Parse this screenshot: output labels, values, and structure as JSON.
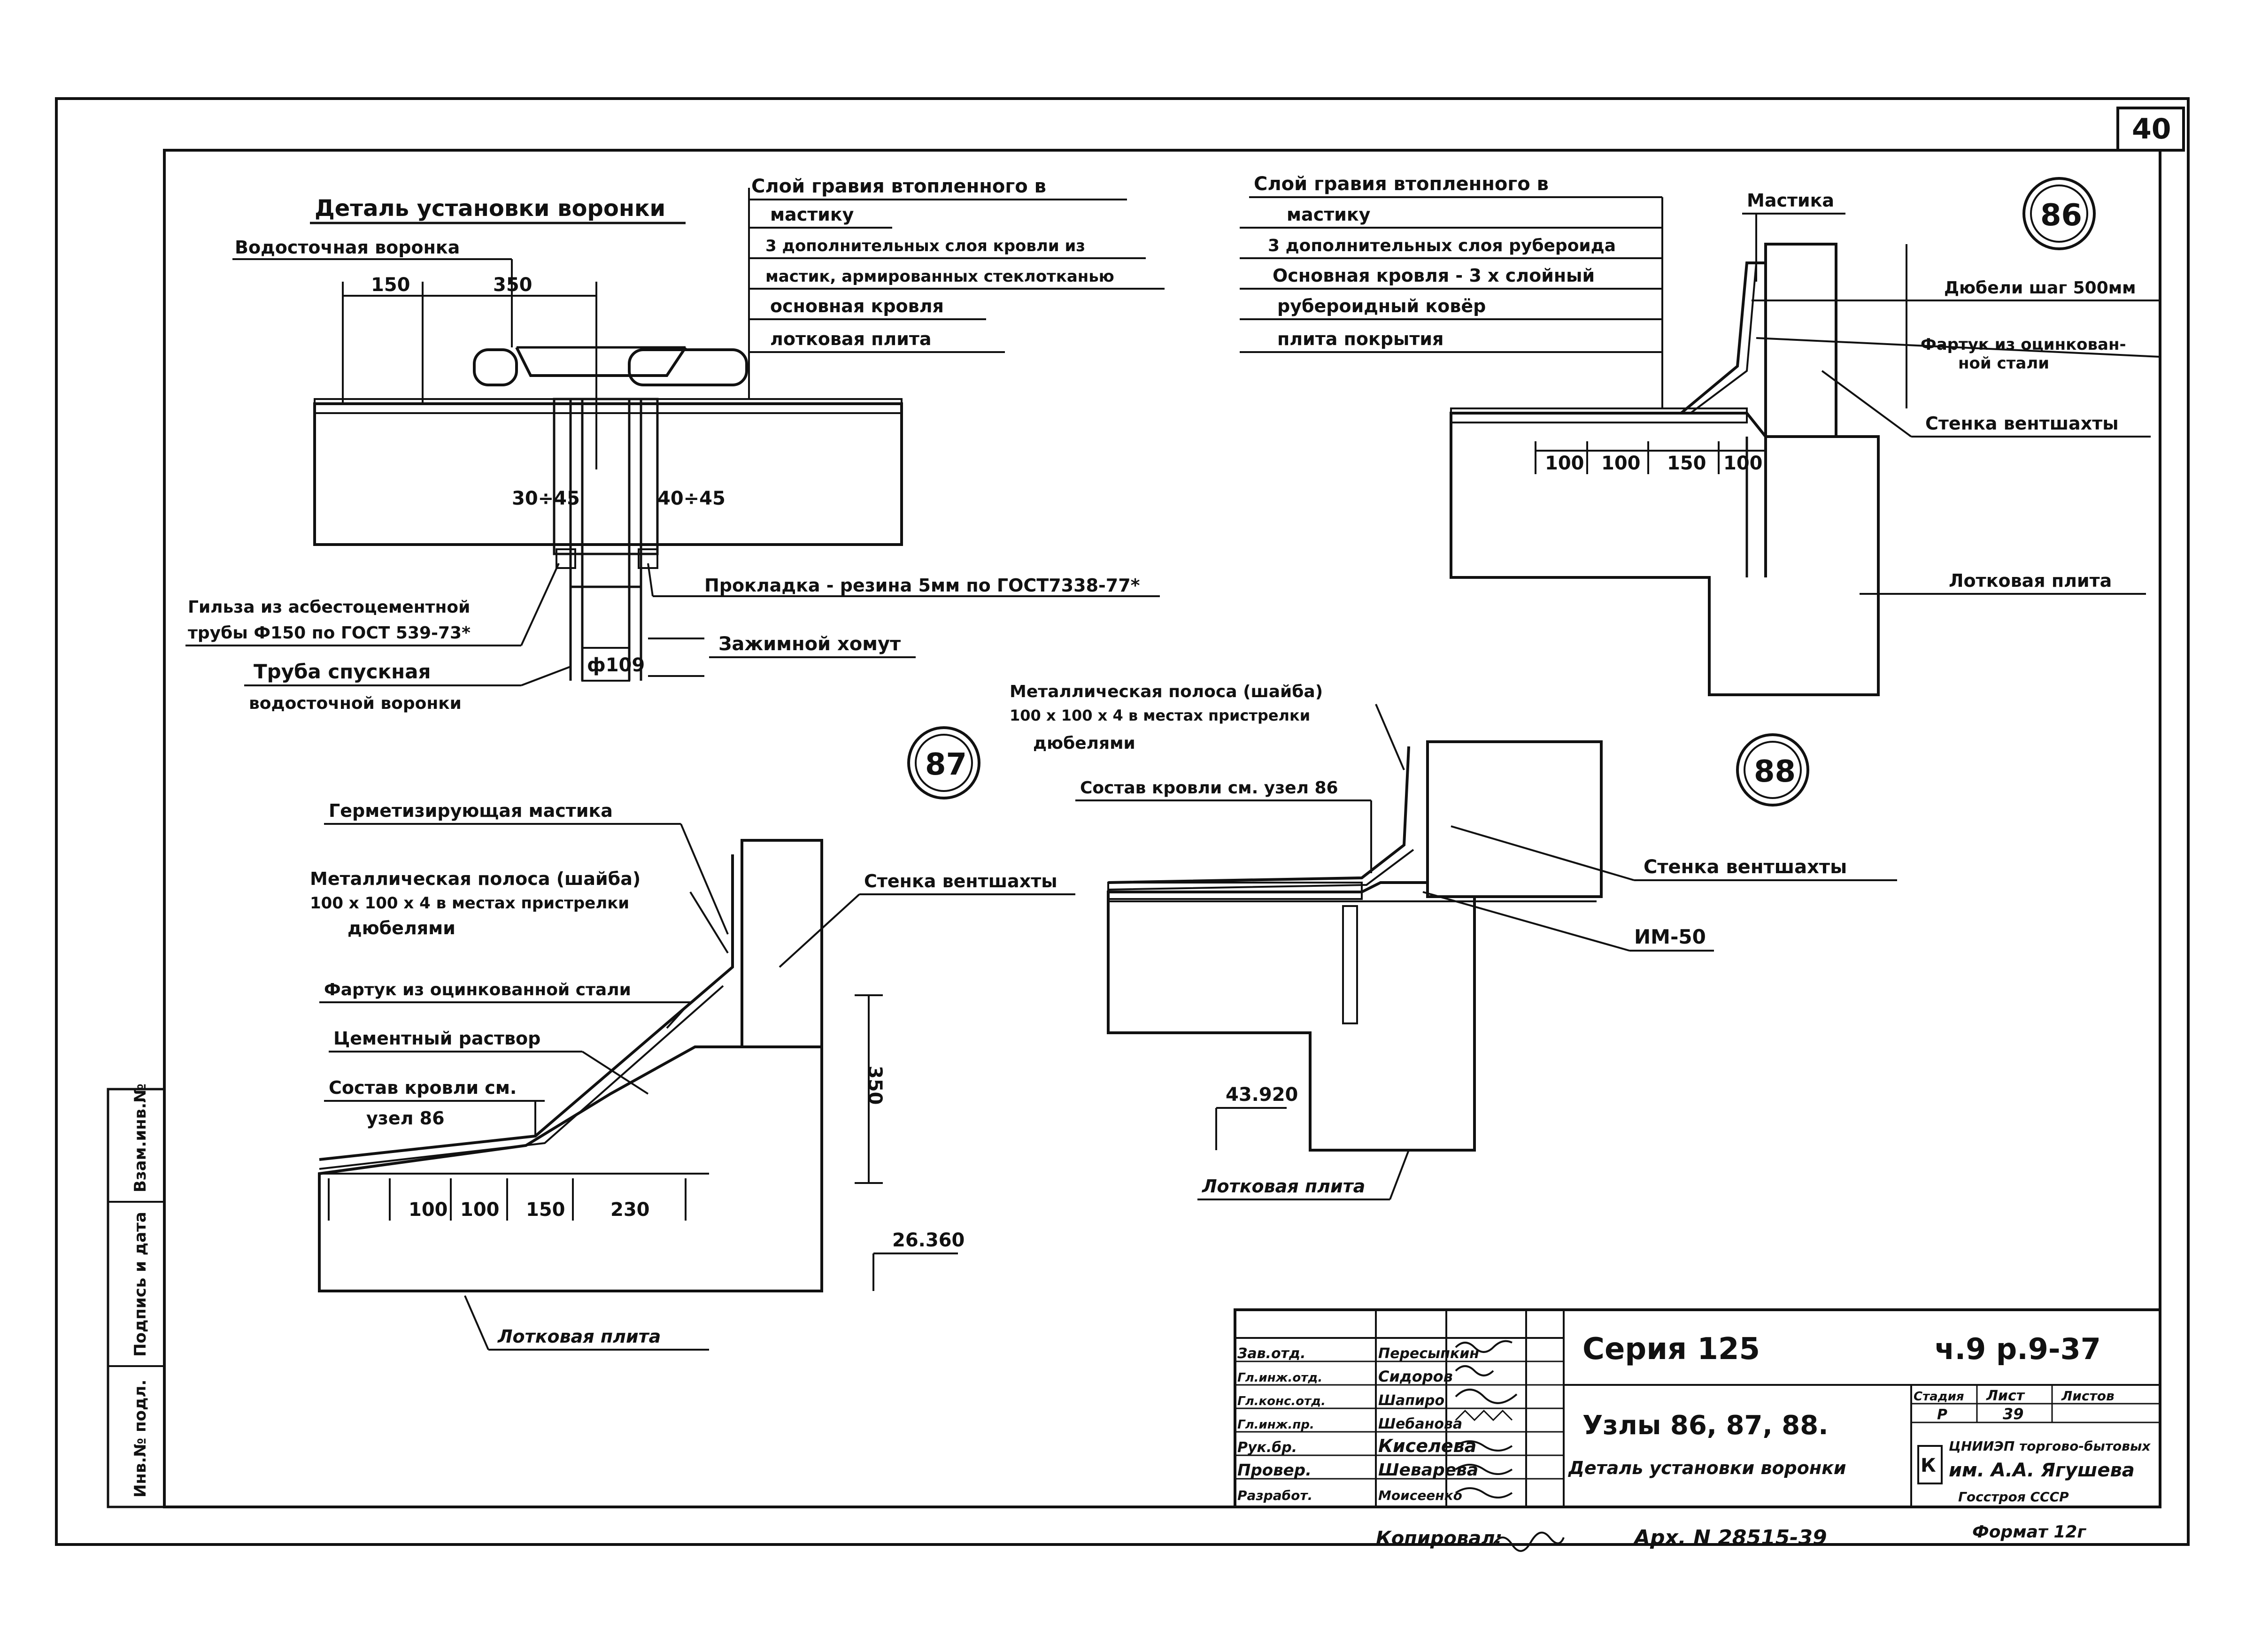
{
  "sheet": {
    "number": "40"
  },
  "detail": {
    "title": "Деталь установки воронки",
    "funnel": "Водосточная воронка",
    "dim_150": "150",
    "dim_350": "350",
    "layers": [
      "Слой гравия втопленного в",
      "мастику",
      "3 дополнительных слоя кровли из",
      "мастик, армированных стеклотканью",
      "основная кровля",
      "лотковая плита"
    ],
    "dim_left": "30÷45",
    "dim_right": "40÷45",
    "sleeve": [
      "Гильза из асбестоцементной",
      "трубы Ф150 по ГОСТ 539-73*"
    ],
    "pipe": [
      "Труба спускная",
      "водосточной воронки"
    ],
    "pipe_diam": "ф109",
    "gasket": "Прокладка - резина 5мм по ГОСТ7338-77*",
    "clamp": "Зажимной хомут"
  },
  "node86": {
    "number": "86",
    "layers": [
      "Слой гравия втопленного в",
      "мастику",
      "3 дополнительных слоя рубероида",
      "Основная кровля - 3 х слойный",
      "рубероидный ковёр",
      "плита покрытия"
    ],
    "mastic": "Мастика",
    "dowels": "Дюбели шаг 500мм",
    "apron": [
      "Фартук из оцинкован-",
      "ной стали"
    ],
    "wall": "Стенка вентшахты",
    "slab": "Лотковая плита",
    "dims": [
      "100",
      "100",
      "150",
      "100"
    ]
  },
  "node87": {
    "number": "87",
    "sealant": "Герметизирующая мастика",
    "strip": [
      "Металлическая полоса (шайба)",
      "100 х 100 х 4 в местах пристрелки",
      "дюбелями"
    ],
    "apron": "Фартук из оцинкованной стали",
    "mortar": "Цементный раствор",
    "roof": [
      "Состав кровли см.",
      "узел 86"
    ],
    "wall": "Стенка вентшахты",
    "dim_350": "350",
    "dims": [
      "100",
      "100",
      "150",
      "230"
    ],
    "mark": "26.360",
    "slab": "Лотковая плита"
  },
  "node88": {
    "number": "88",
    "strip": [
      "Металлическая полоса (шайба)",
      "100 х 100 х 4 в местах пристрелки",
      "дюбелями"
    ],
    "roof": "Состав кровли см. узел 86",
    "wall": "Стенка вентшахты",
    "im": "ИМ-50",
    "mark": "43.920",
    "slab": "Лотковая плита"
  },
  "side_stamp": [
    "Инв.№ подл.",
    "Подпись и дата",
    "Взам.инв.№"
  ],
  "titleblock": {
    "roles": [
      "Зав.отд.",
      "Гл.инж.отд.",
      "Гл.конс.отд.",
      "Гл.инж.пр.",
      "Рук.бр.",
      "Провер.",
      "Разработ."
    ],
    "names": [
      "Пересыпкин",
      "Сидоров",
      "Шапиро",
      "Шебанова",
      "Киселева",
      "Шеварева",
      "Моисеенко"
    ],
    "series": "Серия 125",
    "part": "ч.9 р.9-37",
    "nodes": "Узлы 86, 87, 88.",
    "detail": "Деталь установки воронки",
    "stage_h": "Стадия",
    "sheet_h": "Лист",
    "sheets_h": "Листов",
    "stage": "Р",
    "sheet": "39",
    "org": [
      "ЦНИИЭП торгово-бытовых",
      "им. А.А. Ягушева",
      "Госстроя СССР"
    ]
  },
  "footer": {
    "copied": "Копировал:",
    "arch": "Арх. N 28515-39",
    "format": "Формат 12г"
  }
}
